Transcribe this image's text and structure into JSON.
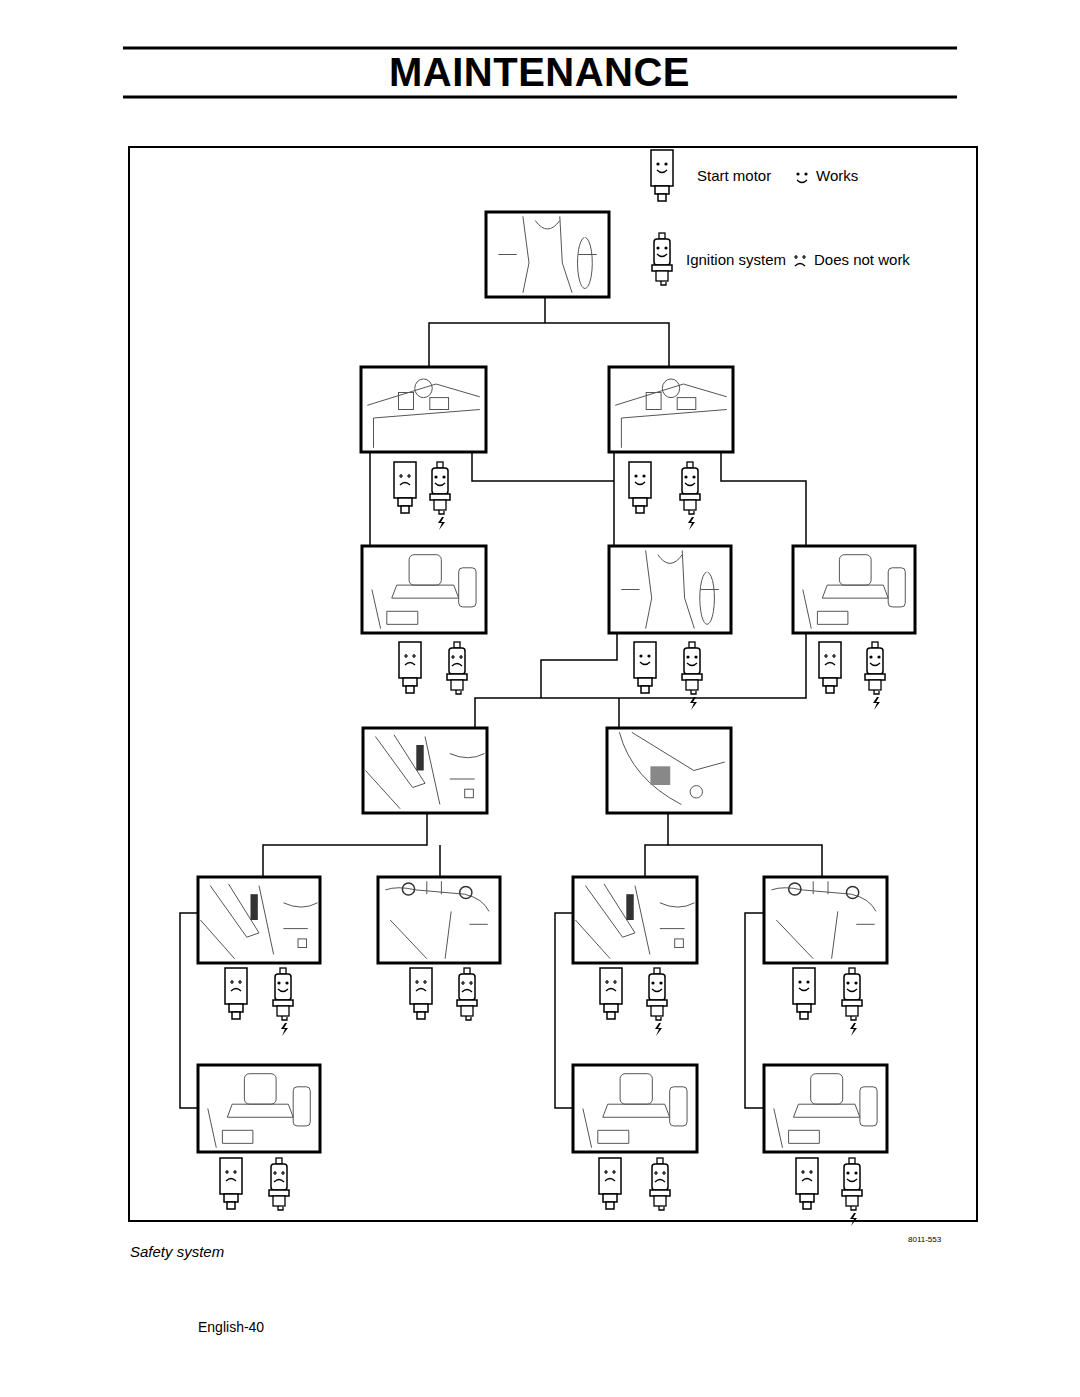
{
  "diagram": {
    "title": "MAINTENANCE",
    "caption": "Safety system",
    "labels": [
      "8011-553",
      "English-40"
    ],
    "legend": [
      {
        "text": "Start motor"
      },
      {
        "text": "Works"
      },
      {
        "text": "Ignition system"
      },
      {
        "text": "Does not work"
      }
    ]
  }
}
